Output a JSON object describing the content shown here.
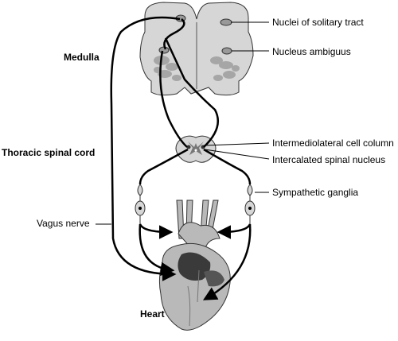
{
  "labels": {
    "medulla": "Medulla",
    "thoracic": "Thoracic spinal cord",
    "vagus": "Vagus nerve",
    "heart": "Heart",
    "solitary": "Nuclei of solitary tract",
    "ambiguus": "Nucleus ambiguus",
    "iml": "Intermediolateral cell column",
    "intercalated": "Intercalated spinal nucleus",
    "ganglia": "Sympathetic ganglia"
  },
  "colors": {
    "tissue": "#d6d6d6",
    "tissue_dark": "#a6a6a6",
    "heart_body": "#b9b9b9",
    "heart_dark": "#3a3a3a",
    "nerve": "#000000"
  }
}
